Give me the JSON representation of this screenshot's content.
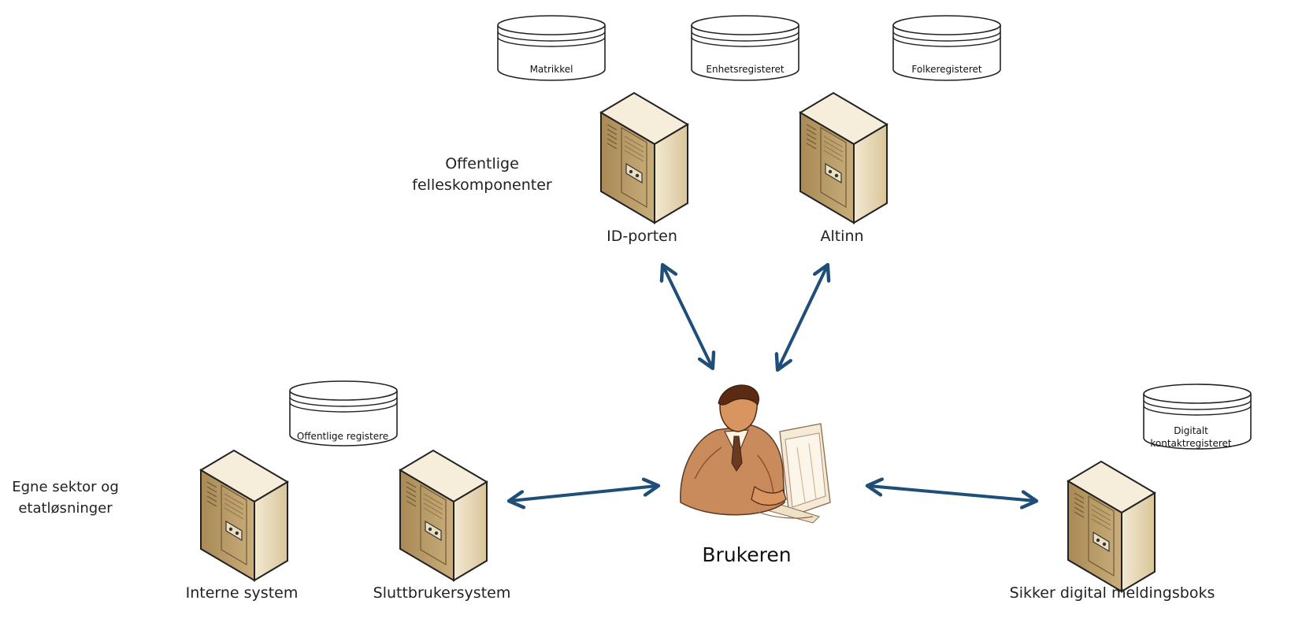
{
  "groups": {
    "public": [
      "Offentlige",
      "felleskomponenter"
    ],
    "own": [
      "Egne sektor og",
      "etatløsninger"
    ]
  },
  "databases": {
    "matrikkel": "Matrikkel",
    "enhetsregisteret": "Enhetsregisteret",
    "folkeregisteret": "Folkeregisteret",
    "offentlige_registere": "Offentlige registere",
    "digitalt_kontaktregisteret": [
      "Digitalt",
      "kontaktregisteret"
    ]
  },
  "servers": {
    "id_porten": "ID-porten",
    "altinn": "Altinn",
    "interne_system": "Interne system",
    "sluttbrukersystem": "Sluttbrukersystem",
    "sikker_digital_meldingsboks": "Sikker digital meldingsboks"
  },
  "user": {
    "label": "Brukeren"
  },
  "colors": {
    "arrow": "#1f4e79",
    "server_front": "#efe3c8",
    "server_side": "#b89d6a",
    "server_top": "#f7efdc",
    "person_skin": "#c0784a"
  }
}
